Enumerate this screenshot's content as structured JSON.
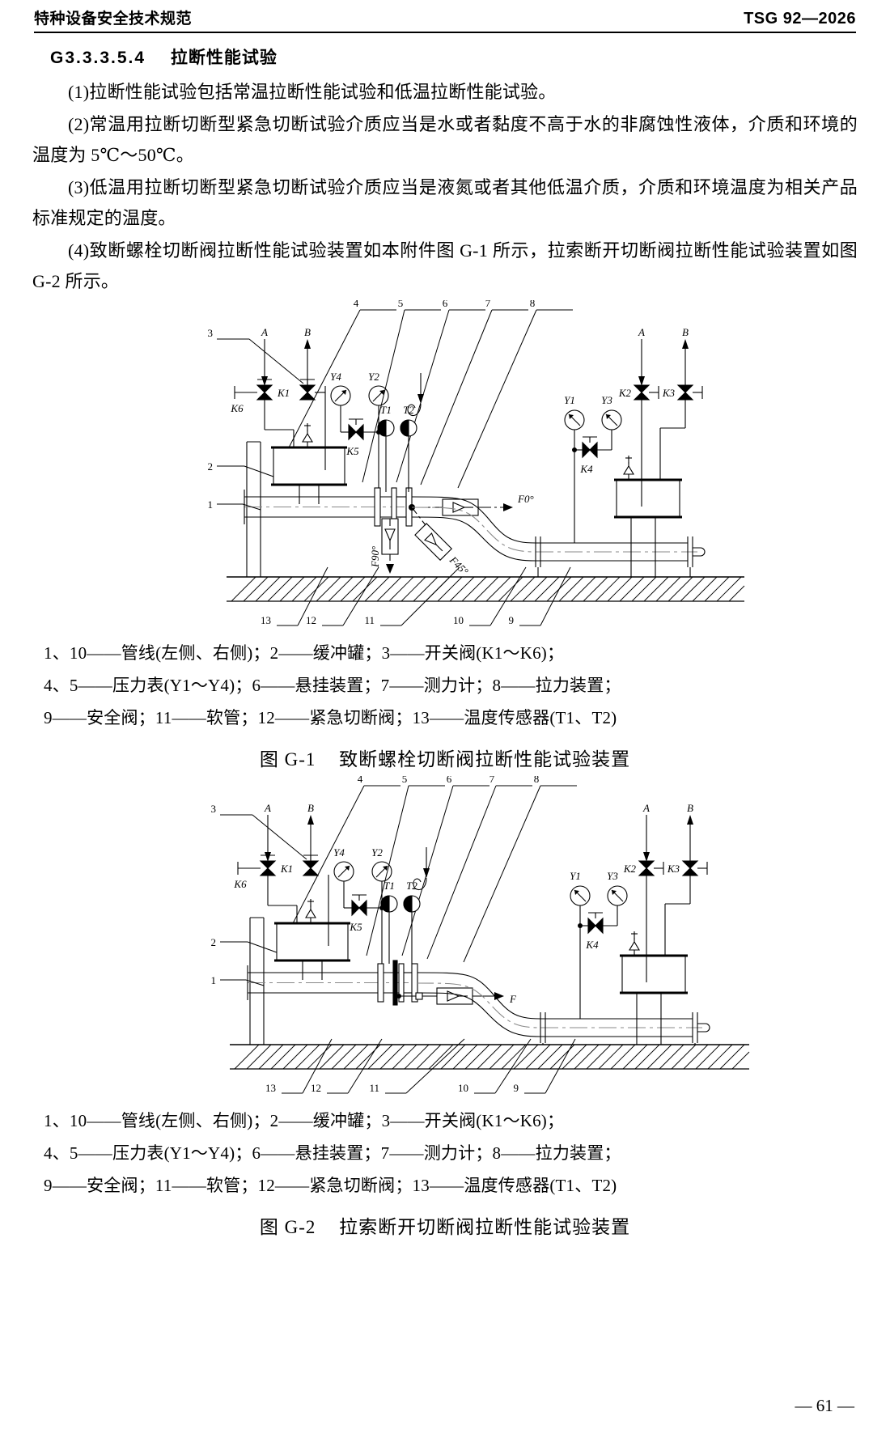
{
  "header": {
    "left_title": "特种设备安全技术规范",
    "right_code": "TSG 92—2026"
  },
  "clause": {
    "number": "G3.3.3.5.4",
    "title": "拉断性能试验"
  },
  "paragraphs": [
    "(1)拉断性能试验包括常温拉断性能试验和低温拉断性能试验。",
    "(2)常温用拉断切断型紧急切断试验介质应当是水或者黏度不高于水的非腐蚀性液体，介质和环境的温度为 5℃～50℃。",
    "(3)低温用拉断切断型紧急切断试验介质应当是液氮或者其他低温介质，介质和环境温度为相关产品标准规定的温度。",
    "(4)致断螺栓切断阀拉断性能试验装置如本附件图 G-1 所示，拉索断开切断阀拉断性能试验装置如图 G-2 所示。"
  ],
  "figure1": {
    "caption_number": "图 G-1",
    "caption_title": "致断螺栓切断阀拉断性能试验装置",
    "legend_lines": [
      "1、10——管线(左侧、右侧)；2——缓冲罐；3——开关阀(K1～K6)；",
      "4、5——压力表(Y1～Y4)；6——悬挂装置；7——测力计；8——拉力装置；",
      "9——安全阀；11——软管；12——紧急切断阀；13——温度传感器(T1、T2)"
    ],
    "callouts_top": [
      "4",
      "5",
      "6",
      "7",
      "8"
    ],
    "callouts_bottom": [
      "13",
      "12",
      "11",
      "10",
      "9"
    ],
    "callout_left_items": [
      "3",
      "2",
      "1"
    ],
    "valve_labels_left": [
      "K6",
      "K1",
      "K5"
    ],
    "valve_labels_right": [
      "K2",
      "K3",
      "K4"
    ],
    "gauge_labels_left": [
      "Y4",
      "Y2"
    ],
    "gauge_labels_right": [
      "Y1",
      "Y3"
    ],
    "temp_sensors": [
      "T1",
      "T2"
    ],
    "port_labels_left": [
      "A",
      "B"
    ],
    "port_labels_right": [
      "A",
      "B"
    ],
    "force_labels": [
      "F0°",
      "F45°",
      "F90°"
    ]
  },
  "figure2": {
    "caption_number": "图 G-2",
    "caption_title": "拉索断开切断阀拉断性能试验装置",
    "legend_lines": [
      "1、10——管线(左侧、右侧)；2——缓冲罐；3——开关阀(K1～K6)；",
      "4、5——压力表(Y1～Y4)；6——悬挂装置；7——测力计；8——拉力装置；",
      "9——安全阀；11——软管；12——紧急切断阀；13——温度传感器(T1、T2)"
    ],
    "callouts_top": [
      "4",
      "5",
      "6",
      "7",
      "8"
    ],
    "callouts_bottom": [
      "13",
      "12",
      "11",
      "10",
      "9"
    ],
    "callout_left_items": [
      "3",
      "2",
      "1"
    ],
    "valve_labels_left": [
      "K6",
      "K1",
      "K5"
    ],
    "valve_labels_right": [
      "K2",
      "K3",
      "K4"
    ],
    "gauge_labels_left": [
      "Y4",
      "Y2"
    ],
    "gauge_labels_right": [
      "Y1",
      "Y3"
    ],
    "temp_sensors": [
      "T1",
      "T2"
    ],
    "port_labels_left": [
      "A",
      "B"
    ],
    "port_labels_right": [
      "A",
      "B"
    ],
    "force_labels": [
      "F"
    ]
  },
  "footer": {
    "page_number": "— 61 —"
  }
}
